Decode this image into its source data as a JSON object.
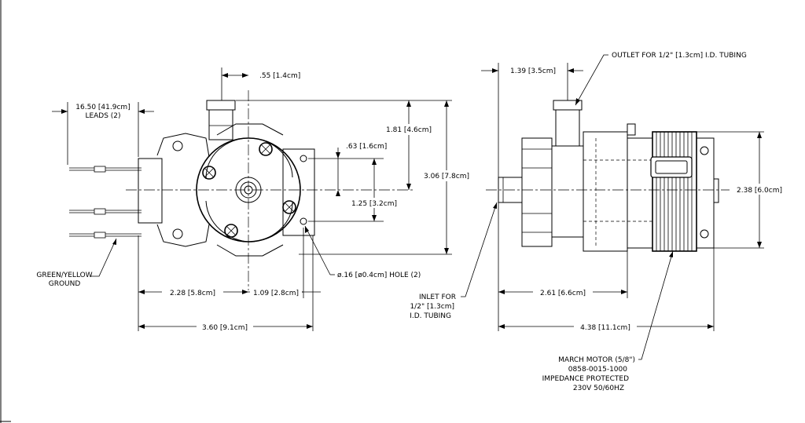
{
  "front_view": {
    "leads_dim": "16.50 [41.9cm]",
    "leads_note": "LEADS (2)",
    "outlet_offset_dim": ".55 [1.4cm]",
    "height_1_dim": "1.81 [4.6cm]",
    "height_total_dim": "3.06 [7.8cm]",
    "hole_offset_dim": ".63 [1.6cm]",
    "hole_spacing_dim": "1.25 [3.2cm]",
    "left_to_center_dim": "2.28 [5.8cm]",
    "center_to_hole_dim": "1.09 [2.8cm]",
    "hole_note": "ø.16 [ø0.4cm] HOLE (2)",
    "overall_width_dim": "3.60 [9.1cm]",
    "ground_label_1": "GREEN/YELLOW",
    "ground_label_2": "GROUND"
  },
  "side_view": {
    "outlet_note": "OUTLET FOR 1/2\" [1.3cm] I.D. TUBING",
    "outlet_offset_dim": "1.39 [3.5cm]",
    "motor_height_dim": "2.38 [6.0cm]",
    "inlet_note_1": "INLET FOR",
    "inlet_note_2": "1/2\" [1.3cm]",
    "inlet_note_3": "I.D. TUBING",
    "body_length_dim": "2.61 [6.6cm]",
    "overall_length_dim": "4.38 [11.1cm]",
    "motor_note_1": "MARCH MOTOR (5/8\")",
    "motor_note_2": "0858-0015-1000",
    "motor_note_3": "IMPEDANCE PROTECTED",
    "motor_note_4": "230V 50/60HZ"
  }
}
